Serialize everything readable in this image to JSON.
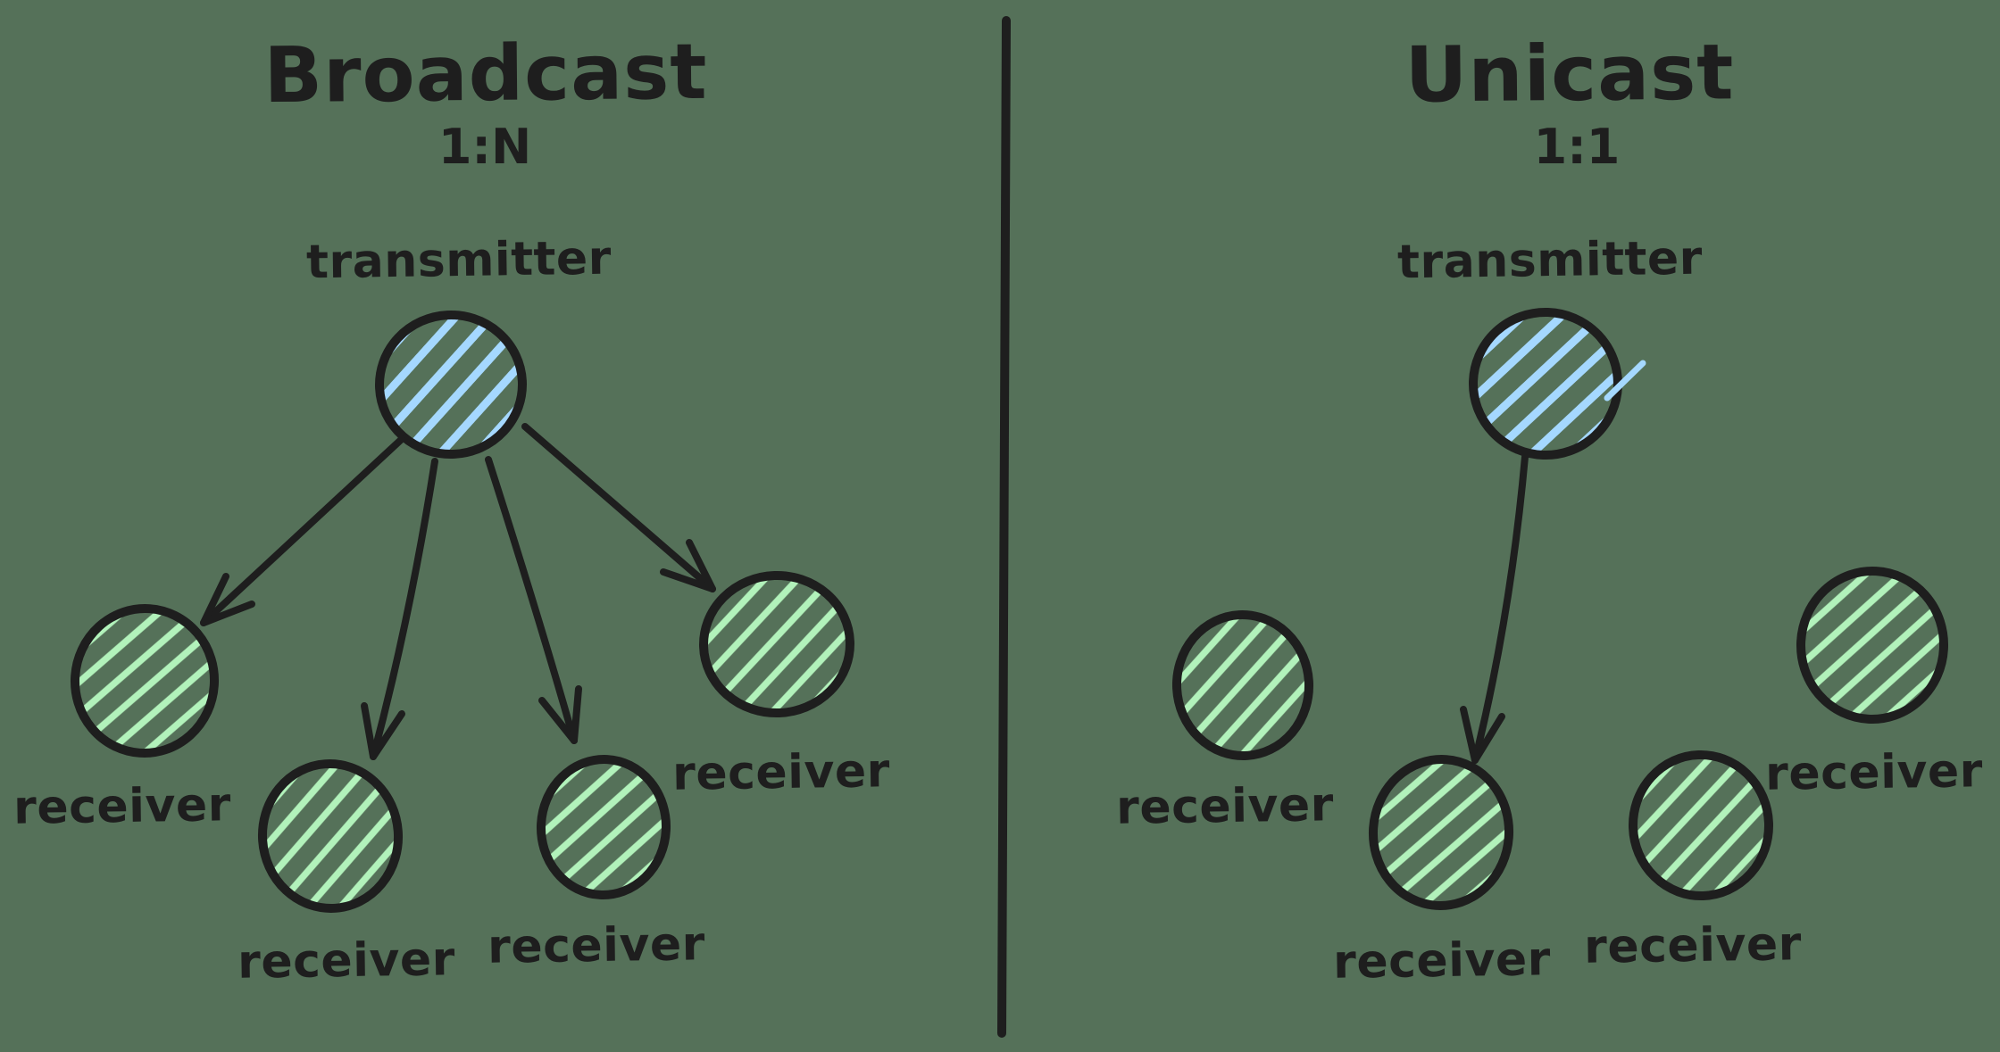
{
  "diagram": {
    "colors": {
      "background": "#557159",
      "ink": "#1e1e1e",
      "transmitter_hatch": "#a5d8ff",
      "receiver_hatch": "#b2f2bb"
    },
    "panels": [
      {
        "id": "broadcast",
        "title": "Broadcast",
        "ratio": "1:N",
        "transmitter_label": "transmitter",
        "receiver_labels": [
          "receiver",
          "receiver",
          "receiver",
          "receiver"
        ]
      },
      {
        "id": "unicast",
        "title": "Unicast",
        "ratio": "1:1",
        "transmitter_label": "transmitter",
        "receiver_labels": [
          "receiver",
          "receiver",
          "receiver",
          "receiver"
        ]
      }
    ]
  }
}
